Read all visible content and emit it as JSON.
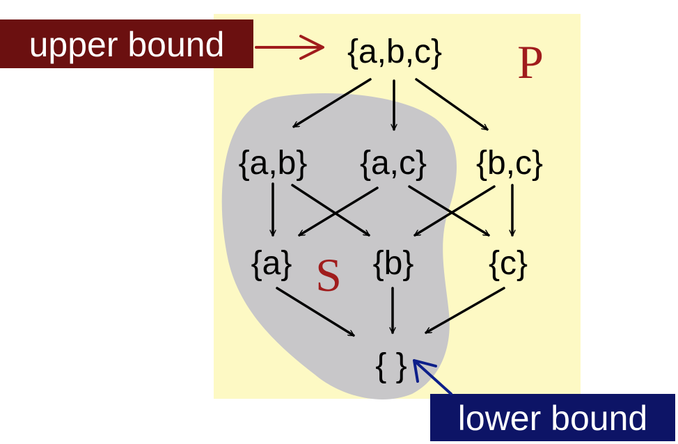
{
  "diagram": {
    "nodes": {
      "abc": "{a,b,c}",
      "ab": "{a,b}",
      "ac": "{a,c}",
      "bc": "{b,c}",
      "a": "{a}",
      "b": "{b}",
      "c": "{c}",
      "empty": "{ }"
    },
    "poset_label": "P",
    "subset_label": "S",
    "upper_bound_label": "upper bound",
    "lower_bound_label": "lower bound"
  },
  "colors": {
    "poset_background": "#fdf9c4",
    "subset_region": "#c8c7c9",
    "upper_tag": "#6b1010",
    "upper_arrow": "#a01c1c",
    "lower_tag": "#0d1466",
    "lower_arrow": "#0d1f8a",
    "edge": "#000000",
    "set_letter": "#a01c1c"
  },
  "edges": [
    [
      "abc",
      "ab"
    ],
    [
      "abc",
      "ac"
    ],
    [
      "abc",
      "bc"
    ],
    [
      "ab",
      "a"
    ],
    [
      "ab",
      "b"
    ],
    [
      "ac",
      "a"
    ],
    [
      "ac",
      "c"
    ],
    [
      "bc",
      "b"
    ],
    [
      "bc",
      "c"
    ],
    [
      "a",
      "empty"
    ],
    [
      "b",
      "empty"
    ],
    [
      "c",
      "empty"
    ]
  ]
}
